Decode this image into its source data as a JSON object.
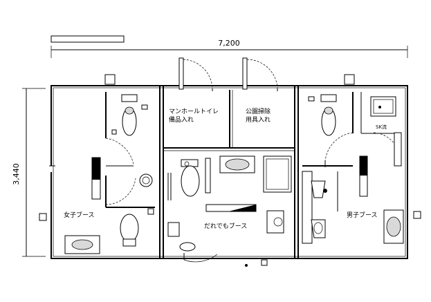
{
  "dimensions": {
    "width": "7,200",
    "height": "3,440"
  },
  "rooms": {
    "womens_booth": "女子ブース",
    "mens_booth": "男子ブース",
    "universal_booth": "だれでもブース",
    "manhole_storage": [
      "マンホールトイレ",
      "備品入れ"
    ],
    "park_cleaning_storage": [
      "公園掃除",
      "用具入れ"
    ],
    "sk_sink": "SK流"
  },
  "colors": {
    "line": "#000000",
    "background": "#ffffff",
    "fixture_fill": "#d9d9d9"
  }
}
